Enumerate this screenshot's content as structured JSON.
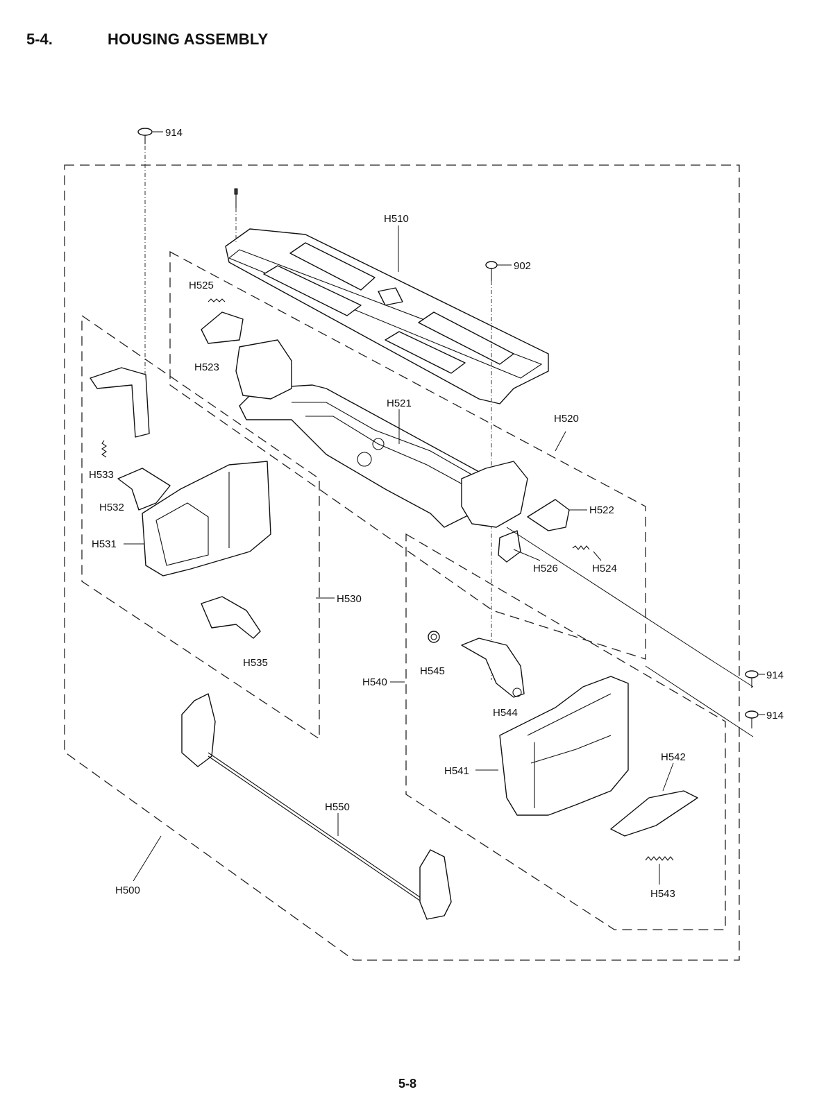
{
  "header": {
    "section_number": "5-4.",
    "section_title": "HOUSING ASSEMBLY"
  },
  "footer": {
    "page_number": "5-8"
  },
  "callouts": {
    "screw_914_top": "914",
    "screw_914_right_1": "914",
    "screw_914_right_2": "914",
    "screw_902": "902",
    "H510": "H510",
    "H525": "H525",
    "H523": "H523",
    "H521": "H521",
    "H520": "H520",
    "H522": "H522",
    "H526": "H526",
    "H524": "H524",
    "H533": "H533",
    "H532": "H532",
    "H531": "H531",
    "H530": "H530",
    "H535": "H535",
    "H545": "H545",
    "H540": "H540",
    "H544": "H544",
    "H541": "H541",
    "H542": "H542",
    "H543": "H543",
    "H550": "H550",
    "H500": "H500"
  }
}
